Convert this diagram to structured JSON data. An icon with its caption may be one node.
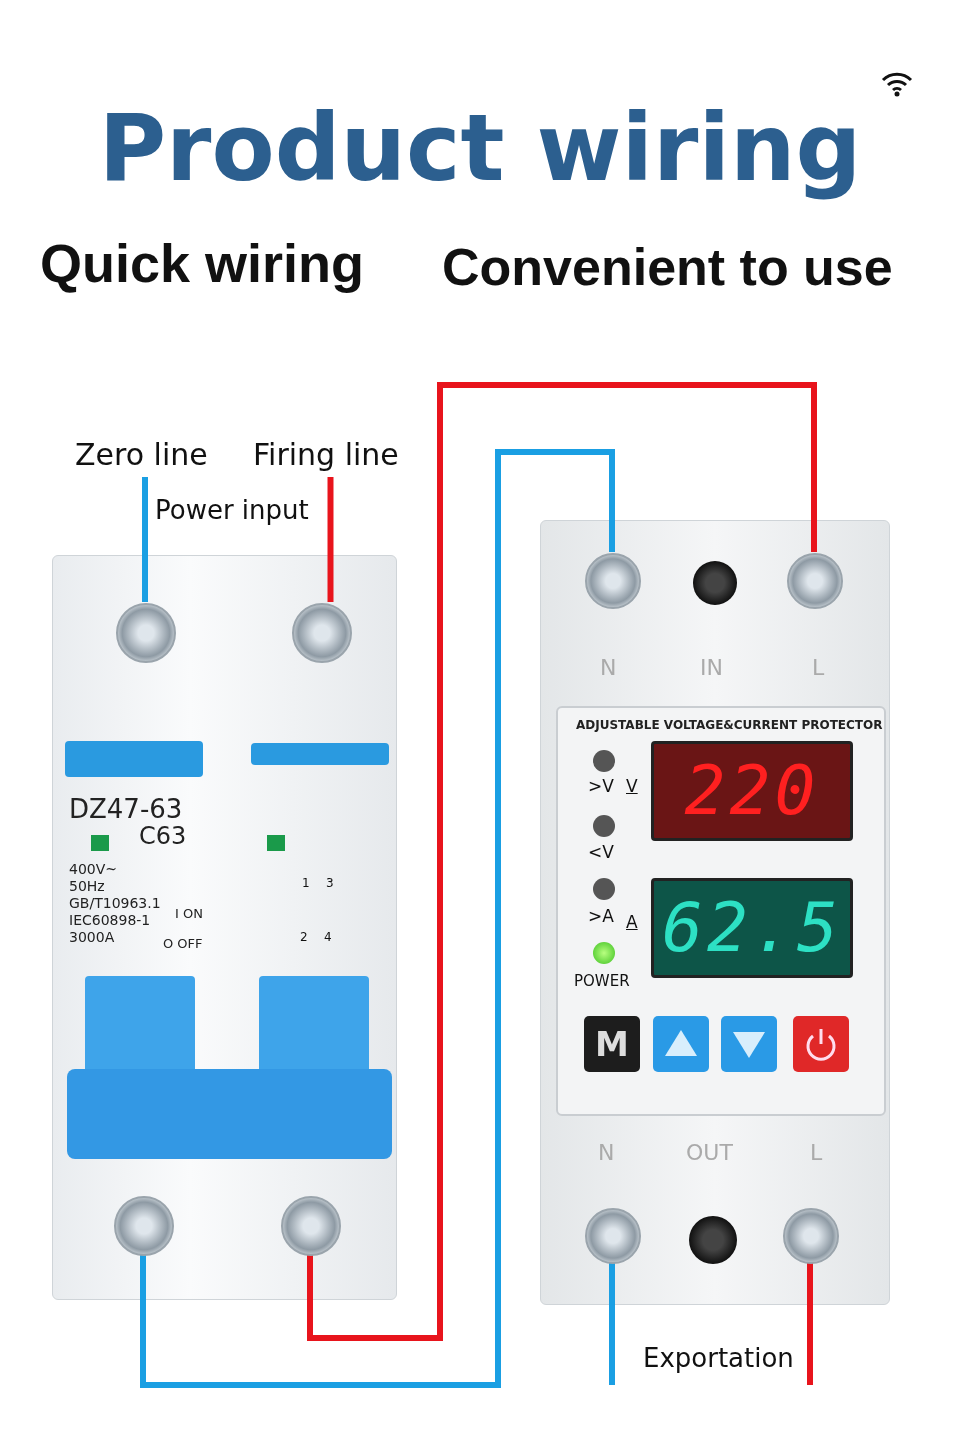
{
  "diagram": {
    "title": "Product wiring",
    "nodes": [
      {
        "text": [
          "Zero line"
        ]
      },
      {
        "text": [
          "Firing line"
        ]
      },
      {
        "text": [
          "DZ47-63",
          "C63",
          "400V~ 50Hz GB/T10963.1 IEC60898-1 3000A",
          "I ON",
          "O OFF"
        ]
      },
      {
        "text": [],
        "shape": "circle",
        "in": 2
      },
      {
        "text": [],
        "shape": "circle",
        "in": 2
      },
      {
        "text": [],
        "shape": "circle",
        "in": 2
      },
      {
        "text": [],
        "shape": "circle",
        "in": 2
      },
      {
        "text": [
          "ADJUSTABLE VOLTAGE&CURRENT PROTECTOR"
        ]
      },
      {
        "text": [],
        "shape": "circle",
        "in": 7
      },
      {
        "text": [],
        "shape": "circle",
        "in": 7
      },
      {
        "text": [],
        "shape": "circle",
        "in": 7
      },
      {
        "text": [],
        "shape": "circle",
        "in": 7
      },
      {
        "text": [
          "220"
        ],
        "in": 7
      },
      {
        "text": [
          "62.5"
        ],
        "in": 7
      },
      {
        "text": [
          "M"
        ],
        "in": 7
      }
    ],
    "edges": [
      {
        "from": 0,
        "to": 3,
        "arrow": "none",
        "color": "#1a9fe3"
      },
      {
        "from": 1,
        "to": 4,
        "arrow": "none",
        "color": "#e8141c"
      },
      {
        "from": 5,
        "to": 8,
        "arrow": "none",
        "color": "#1a9fe3"
      },
      {
        "from": 6,
        "to": 9,
        "arrow": "none",
        "color": "#e8141c"
      },
      {
        "from": 10,
        "to": null,
        "arrow": "none",
        "color": "#1a9fe3"
      },
      {
        "from": 11,
        "to": null,
        "arrow": "none",
        "color": "#e8141c"
      }
    ],
    "labels": [
      "Quick wiring",
      "Convenient to use",
      "Power input",
      "N",
      "IN",
      "L",
      ">V",
      "V",
      "<V",
      ">A",
      "A",
      "POWER",
      "N",
      "OUT",
      "L",
      "1",
      "3",
      "2",
      "4",
      "Exportation"
    ]
  }
}
